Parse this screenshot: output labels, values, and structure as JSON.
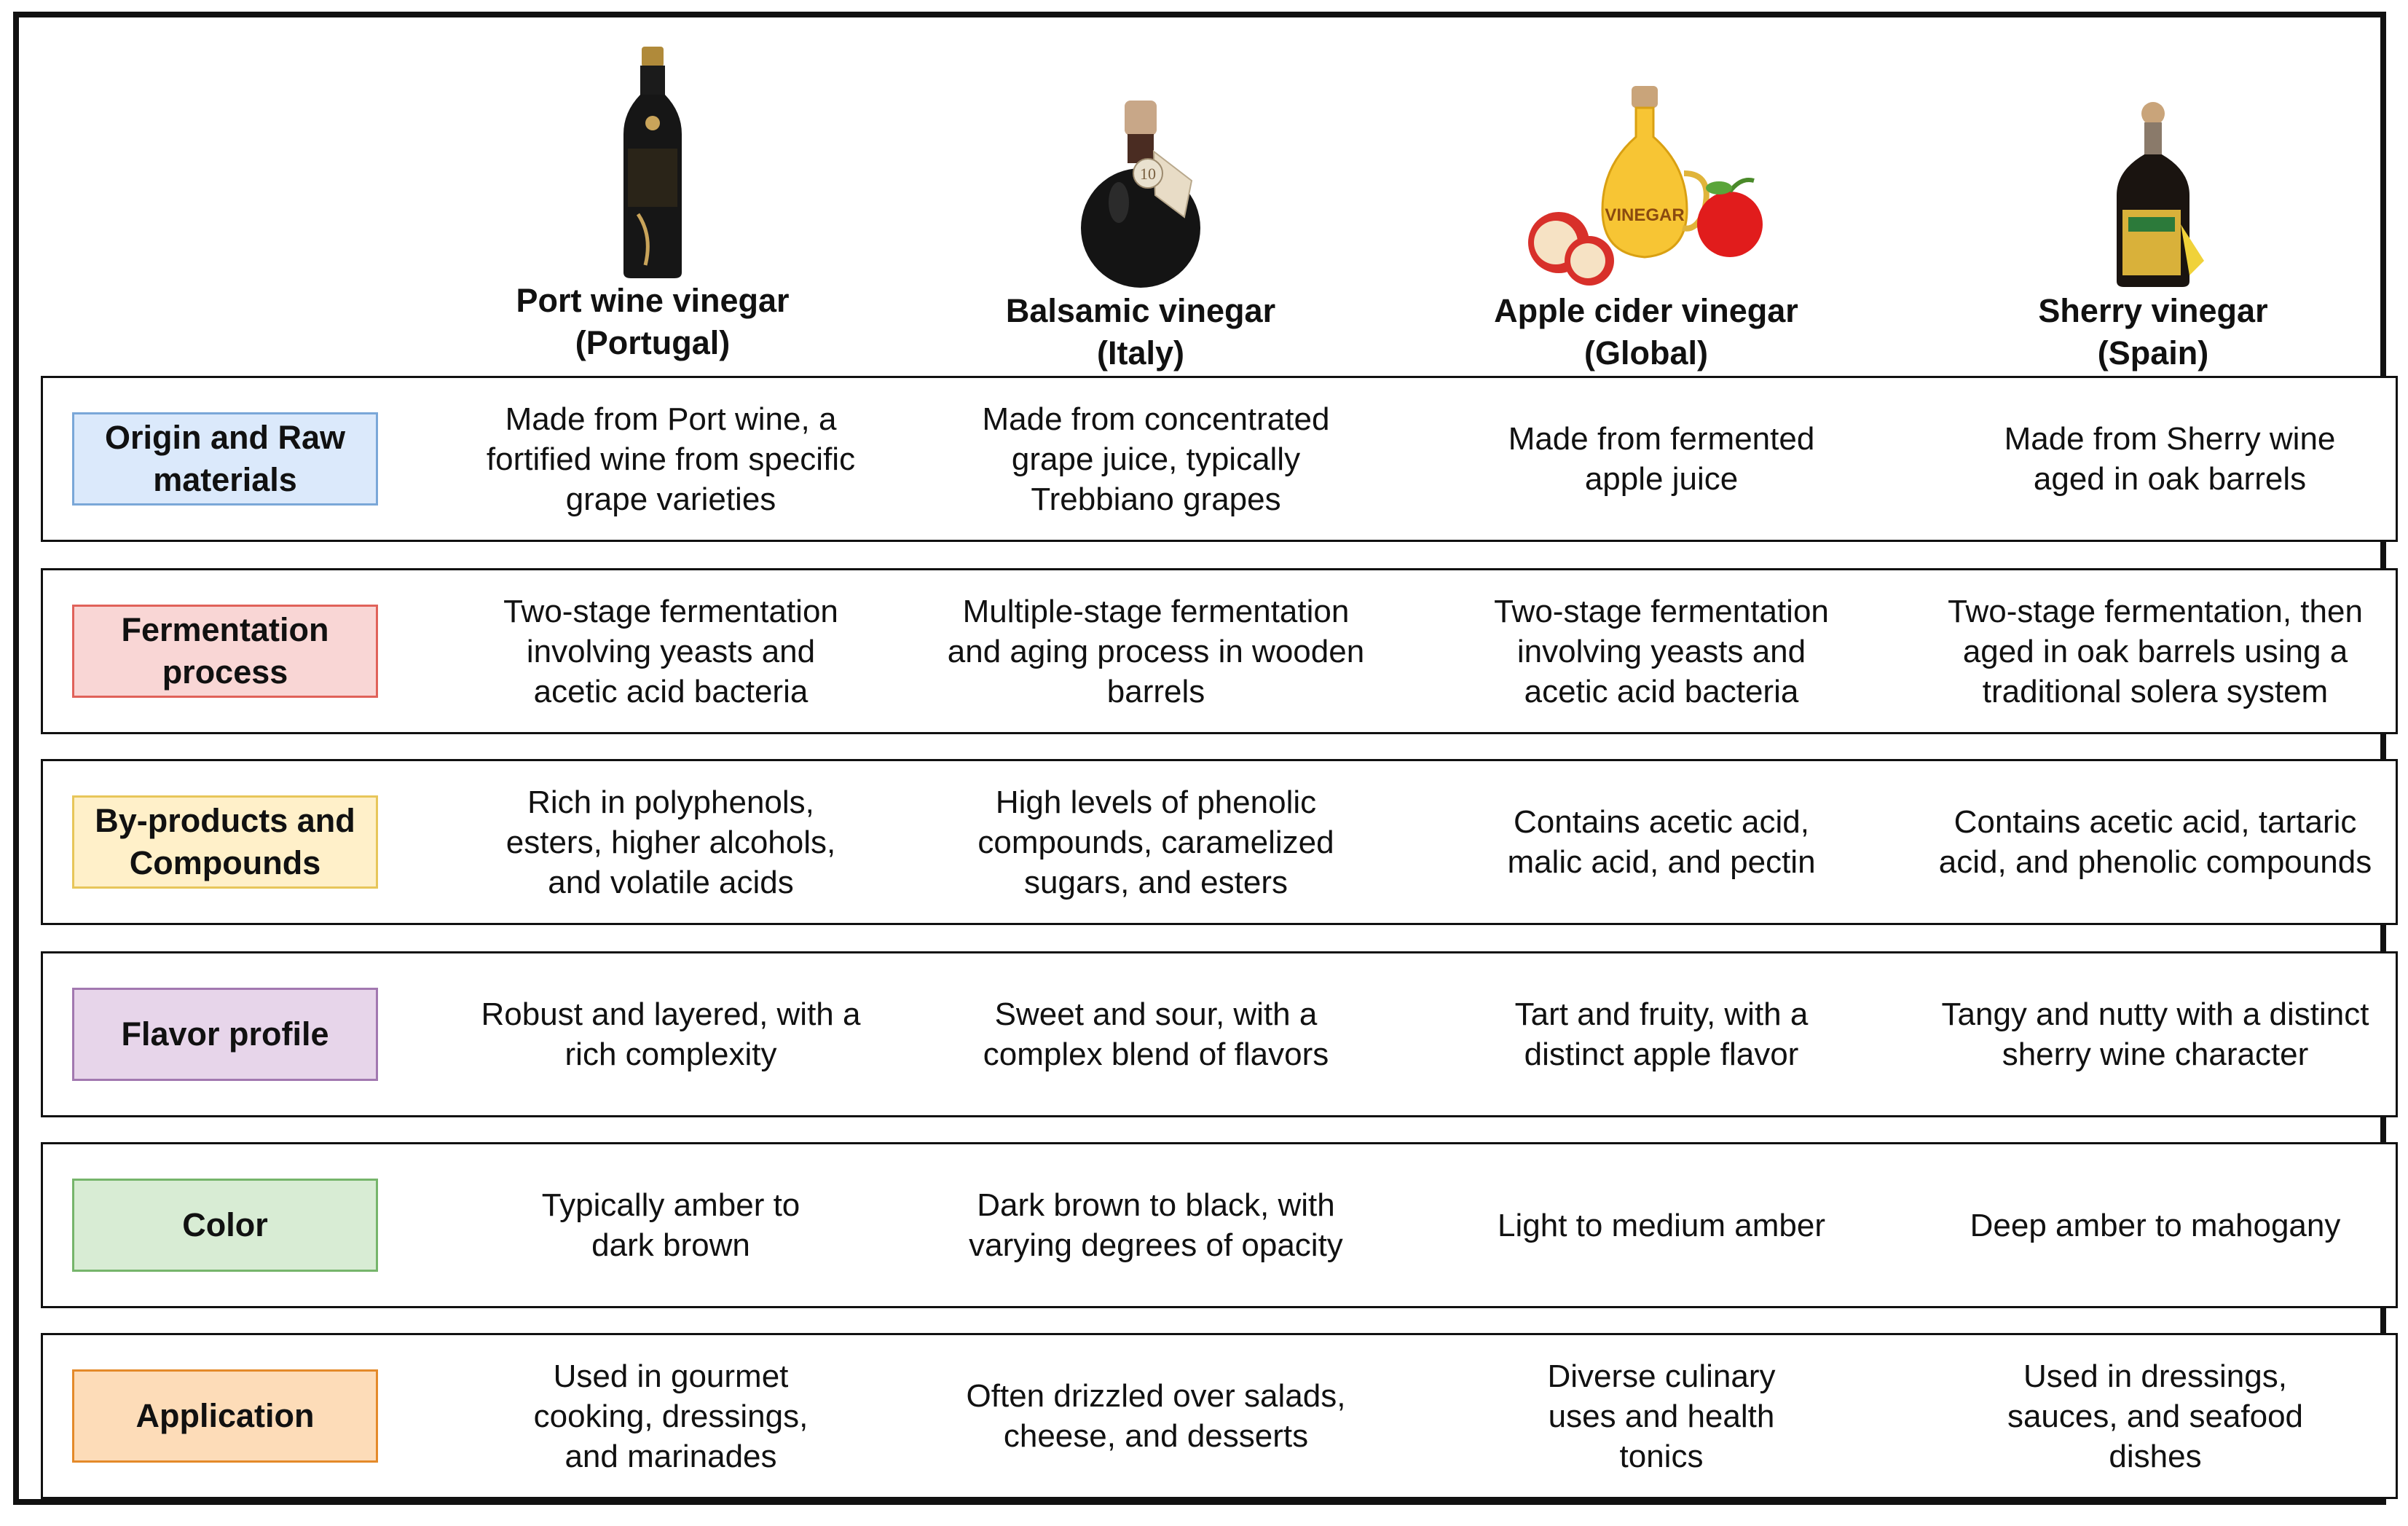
{
  "columns": [
    {
      "name": "Port wine vinegar",
      "region": "(Portugal)",
      "icon": "port-wine-vinegar-bottle-icon"
    },
    {
      "name": "Balsamic vinegar",
      "region": "(Italy)",
      "icon": "balsamic-vinegar-bottle-icon"
    },
    {
      "name": "Apple cider vinegar",
      "region": "(Global)",
      "icon": "apple-cider-vinegar-jug-icon"
    },
    {
      "name": "Sherry vinegar",
      "region": "(Spain)",
      "icon": "sherry-vinegar-bottle-icon"
    }
  ],
  "rows": [
    {
      "label": "Origin and Raw materials",
      "fill": "#dbe9fb",
      "border": "#7aa7d8",
      "cells": [
        "Made from Port wine, a fortified wine from specific grape varieties",
        "Made from concentrated grape juice, typically Trebbiano grapes",
        "Made from fermented apple juice",
        "Made from Sherry wine aged in oak barrels"
      ]
    },
    {
      "label": "Fermentation process",
      "fill": "#f9d6d5",
      "border": "#e0625a",
      "cells": [
        "Two-stage fermentation involving yeasts and acetic acid bacteria",
        "Multiple-stage fermentation and aging process in wooden barrels",
        "Two-stage fermentation involving yeasts and acetic acid bacteria",
        "Two-stage fermentation, then aged in oak barrels using a traditional solera system"
      ]
    },
    {
      "label": "By-products and Compounds",
      "fill": "#fff0c9",
      "border": "#e7c65a",
      "cells": [
        "Rich in polyphenols, esters, higher alcohols, and volatile acids",
        "High levels of phenolic compounds, caramelized sugars, and esters",
        "Contains acetic acid, malic acid, and pectin",
        "Contains acetic acid, tartaric acid, and phenolic compounds"
      ]
    },
    {
      "label": "Flavor profile",
      "fill": "#e7d5ea",
      "border": "#a278b0",
      "cells": [
        "Robust and layered, with a rich complexity",
        "Sweet and sour, with a complex blend of flavors",
        "Tart and fruity, with a distinct apple flavor",
        "Tangy and nutty with a distinct sherry wine character"
      ]
    },
    {
      "label": "Color",
      "fill": "#d8ecd4",
      "border": "#76b56b",
      "cells": [
        "Typically amber to dark brown",
        "Dark brown to black, with varying degrees of opacity",
        "Light to medium amber",
        "Deep amber to mahogany"
      ]
    },
    {
      "label": "Application",
      "fill": "#fddcb8",
      "border": "#e48a2a",
      "cells": [
        "Used in gourmet cooking, dressings, and marinades",
        "Often drizzled over salads, cheese, and desserts",
        "Diverse culinary uses and health tonics",
        "Used in dressings, sauces, and seafood dishes"
      ]
    }
  ],
  "images": {
    "balsamic_tag": "10",
    "cider_jug_label": "VINEGAR"
  }
}
